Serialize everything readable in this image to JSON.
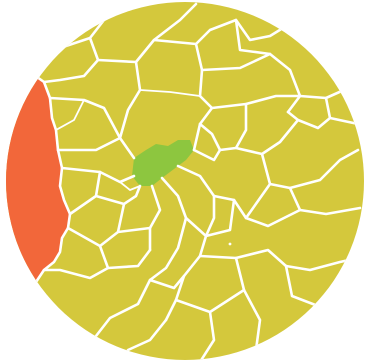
{
  "map": {
    "type": "choropleth-region-crop",
    "shape": "circle",
    "colors": {
      "base_region": "#d4c83c",
      "highlighted_region": "#8dc63f",
      "coastal_region": "#f2673a",
      "boundary": "#ffffff",
      "background": "#ffffff"
    },
    "regions": [
      {
        "id": "west-coast",
        "fill_key": "coastal_region"
      },
      {
        "id": "northeast-corner",
        "fill_key": "coastal_region"
      },
      {
        "id": "northwest-tip",
        "fill_key": "coastal_region"
      },
      {
        "id": "central-highlight",
        "fill_key": "highlighted_region"
      }
    ]
  }
}
